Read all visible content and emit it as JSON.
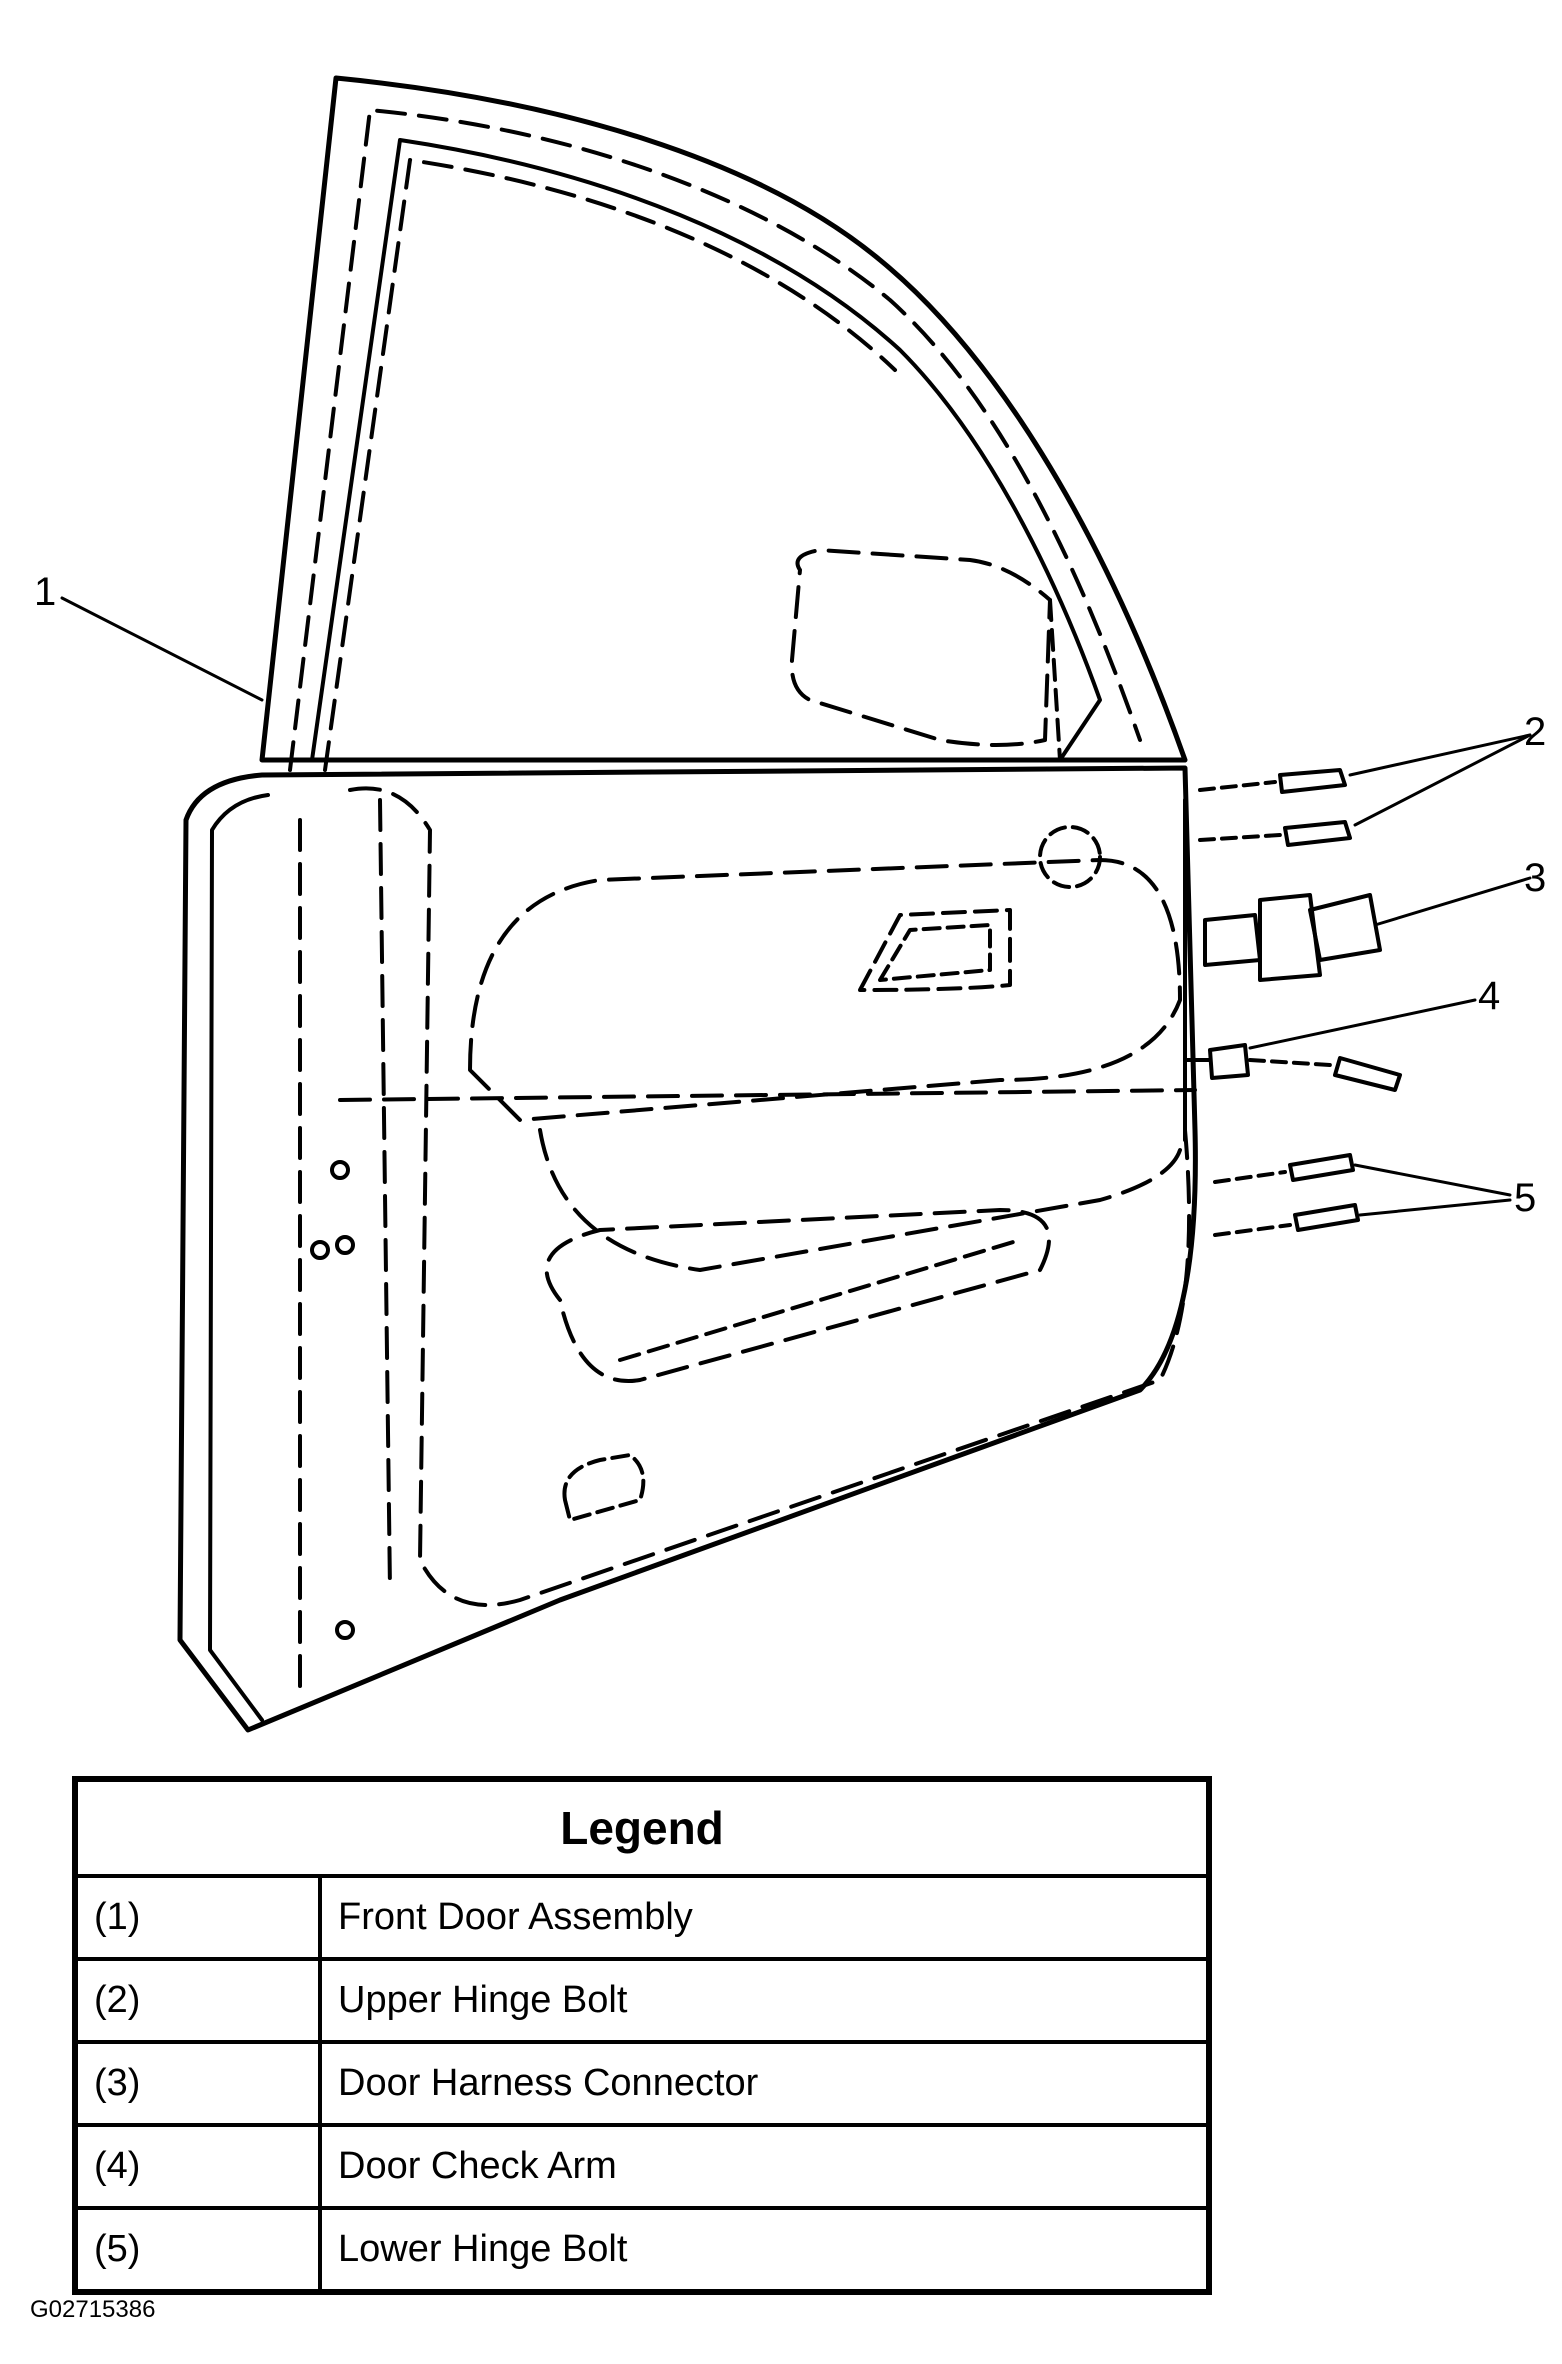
{
  "callouts": [
    "1",
    "2",
    "3",
    "4",
    "5"
  ],
  "legend": {
    "title": "Legend",
    "rows": [
      {
        "num": "(1)",
        "text": "Front Door Assembly"
      },
      {
        "num": "(2)",
        "text": "Upper Hinge Bolt"
      },
      {
        "num": "(3)",
        "text": "Door Harness Connector"
      },
      {
        "num": "(4)",
        "text": "Door Check Arm"
      },
      {
        "num": "(5)",
        "text": "Lower Hinge Bolt"
      }
    ]
  },
  "figure_id": "G02715386"
}
